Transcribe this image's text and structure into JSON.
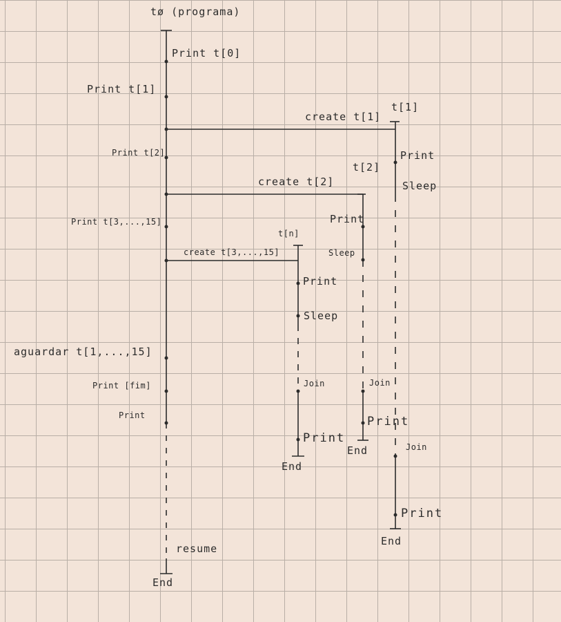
{
  "main_thread": {
    "title": "tø (programa)",
    "ops": {
      "print0": "Print t[0]",
      "print1": "Print t[1]",
      "print2": "Print t[2]",
      "print3": "Print t[3,...,15]",
      "await": "aguardar t[1,...,15]",
      "print_fim": "Print [fim]",
      "print": "Print",
      "resume": "resume",
      "end": "End"
    }
  },
  "creates": {
    "t1": "create t[1]",
    "t2": "create t[2]",
    "tn": "create t[3,...,15]"
  },
  "thread_t1": {
    "name": "t[1]",
    "print": "Print",
    "sleep": "Sleep",
    "join": "Join",
    "print_end": "Print",
    "end": "End"
  },
  "thread_t2": {
    "name": "t[2]",
    "print": "Print",
    "sleep": "Sleep",
    "join": "Join",
    "print_end": "Print",
    "end": "End"
  },
  "thread_tn": {
    "name": "t[n]",
    "print": "Print",
    "sleep": "Sleep",
    "join": "Join",
    "print_end": "Print",
    "end": "End"
  },
  "colors": {
    "ink": "#2b2b2b",
    "paper": "#f3e4d9",
    "grid": "#b8aea6"
  }
}
